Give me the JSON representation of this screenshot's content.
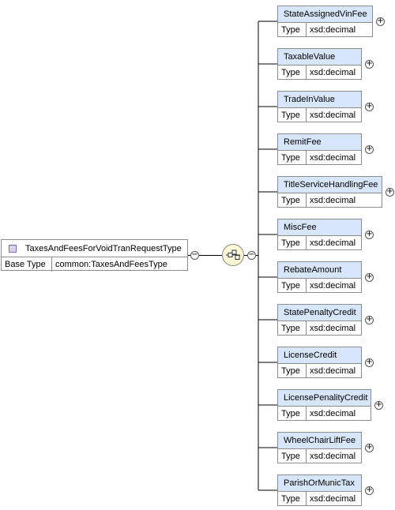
{
  "root": {
    "name": "TaxesAndFeesForVoidTranRequestType",
    "prop_label": "Base Type",
    "prop_value": "common:TaxesAndFeesType"
  },
  "elements": [
    {
      "name": "StateAssignedVinFee",
      "type_label": "Type",
      "type_value": "xsd:decimal"
    },
    {
      "name": "TaxableValue",
      "type_label": "Type",
      "type_value": "xsd:decimal"
    },
    {
      "name": "TradeInValue",
      "type_label": "Type",
      "type_value": "xsd:decimal"
    },
    {
      "name": "RemitFee",
      "type_label": "Type",
      "type_value": "xsd:decimal"
    },
    {
      "name": "TitleServiceHandlingFee",
      "type_label": "Type",
      "type_value": "xsd:decimal"
    },
    {
      "name": "MiscFee",
      "type_label": "Type",
      "type_value": "xsd:decimal"
    },
    {
      "name": "RebateAmount",
      "type_label": "Type",
      "type_value": "xsd:decimal"
    },
    {
      "name": "StatePenaltyCredit",
      "type_label": "Type",
      "type_value": "xsd:decimal"
    },
    {
      "name": "LicenseCredit",
      "type_label": "Type",
      "type_value": "xsd:decimal"
    },
    {
      "name": "LicensePenalityCredit",
      "type_label": "Type",
      "type_value": "xsd:decimal"
    },
    {
      "name": "WheelChairLiftFee",
      "type_label": "Type",
      "type_value": "xsd:decimal"
    },
    {
      "name": "ParishOrMunicTax",
      "type_label": "Type",
      "type_value": "xsd:decimal"
    }
  ],
  "icons": {
    "collapse": "minus-circle-icon",
    "expand": "plus-circle-icon",
    "sequence": "sequence-compositor-icon",
    "complex_type": "complex-type-icon"
  },
  "colors": {
    "element_header": "#d8e6fb",
    "compositor_fill": "#fbf8d8",
    "border": "#8c8c8c",
    "type_icon": "#d8d0ee"
  }
}
